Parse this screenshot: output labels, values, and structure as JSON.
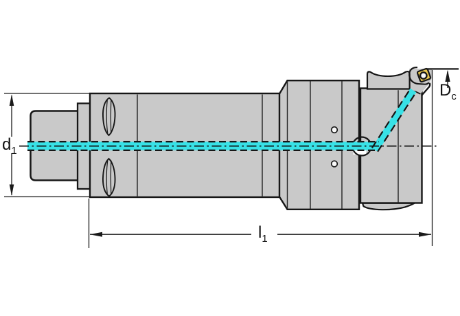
{
  "diagram": {
    "labels": {
      "d1": {
        "base": "d",
        "sub": "1"
      },
      "l1": {
        "base": "l",
        "sub": "1"
      },
      "dc": {
        "base": "D",
        "sub": "c"
      }
    },
    "colors": {
      "background": "#ffffff",
      "body-fill": "#c9c9c9",
      "outline": "#161616",
      "dim-line": "#1a1a1a",
      "coolant": "#38e1e6",
      "insert-fill": "#e9c84e",
      "hole-fill": "#fafafa"
    }
  }
}
